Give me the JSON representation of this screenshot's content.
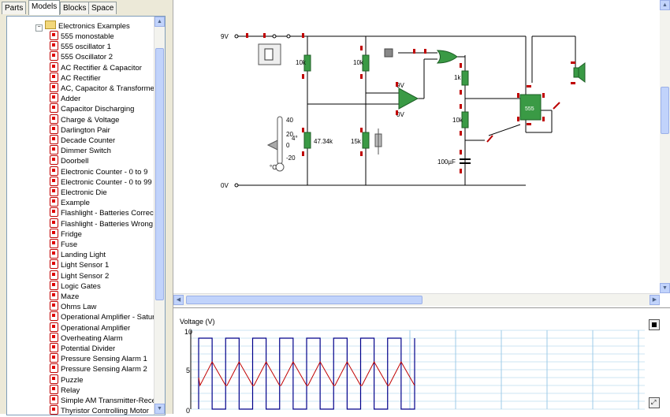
{
  "tabs": [
    "Parts",
    "Models",
    "Blocks",
    "Space"
  ],
  "tree": {
    "folder": "Electronics Examples",
    "items": [
      "555 monostable",
      "555 oscillator 1",
      "555 Oscillator 2",
      "AC Rectifier & Capacitor",
      "AC Rectifier",
      "AC, Capacitor & Transformer",
      "Adder",
      "Capacitor Discharging",
      "Charge & Voltage",
      "Darlington Pair",
      "Decade Counter",
      "Dimmer Switch",
      "Doorbell",
      "Electronic Counter - 0 to 9",
      "Electronic Counter - 0 to 99",
      "Electronic Die",
      "Example",
      "Flashlight - Batteries Correct",
      "Flashlight - Batteries Wrong",
      "Fridge",
      "Fuse",
      "Landing Light",
      "Light Sensor 1",
      "Light Sensor 2",
      "Logic Gates",
      "Maze",
      "Ohms Law",
      "Operational Amplifier - Saturation",
      "Operational Amplifier",
      "Overheating Alarm",
      "Potential Divider",
      "Pressure Sensing Alarm 1",
      "Pressure Sensing Alarm 2",
      "Puzzle",
      "Relay",
      "Simple AM Transmitter-Receiver",
      "Thyristor Controlling Motor"
    ]
  },
  "circuit": {
    "label_9v": "9V",
    "label_0v": "0V",
    "r1": "10k",
    "r2": "10k",
    "r3": "1k",
    "r4": "10k",
    "r_var": "15k",
    "thermistor": "47.34k",
    "cap": "100µF",
    "op_plus": "9V",
    "op_minus": "0V",
    "thermo_ticks": [
      "40",
      "20",
      "0",
      "-20"
    ],
    "thermo_reading": "4°",
    "thermo_unit": "°C",
    "ic_label": "555"
  },
  "graph": {
    "ylabel": "Voltage (V)",
    "y_ticks": [
      "10",
      "5",
      "0"
    ]
  },
  "chart_data": {
    "type": "line",
    "title": "",
    "ylabel": "Voltage (V)",
    "xlabel": "",
    "ylim": [
      0,
      10
    ],
    "square_high": 9,
    "square_low": 0,
    "square_periods": 8,
    "triangle_min": 3,
    "triangle_max": 6,
    "grid": true
  },
  "colors": {
    "wire": "#000000",
    "component": "#2e8b3a",
    "pin": "#c00000",
    "square_wave": "#00008b",
    "triangle_wave": "#c00000",
    "grid": "#9ecbe8"
  }
}
